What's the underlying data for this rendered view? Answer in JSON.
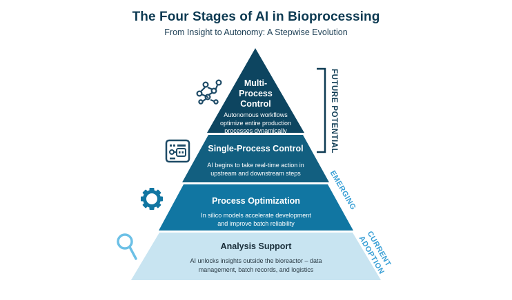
{
  "header": {
    "title": "The Four Stages of AI in Bioprocessing",
    "subtitle": "From Insight to Autonomy: A Stepwise Evolution"
  },
  "tiers": [
    {
      "heading_lines": [
        "Multi-",
        "Process",
        "Control"
      ],
      "description_lines": [
        "Autonomous workflows",
        "optimize entire production",
        "processes dynamically"
      ],
      "color": "#0d4560",
      "text_color": "#ffffff",
      "icon": "network-nodes-icon"
    },
    {
      "heading": "Single-Process Control",
      "description_lines": [
        "AI begins to take real-time action in",
        "upstream and downstream steps"
      ],
      "color": "#125f80",
      "text_color": "#ffffff",
      "icon": "control-panel-icon"
    },
    {
      "heading": "Process Optimization",
      "description_lines": [
        "In silico models accelerate development",
        "and improve batch reliability"
      ],
      "color": "#1176a2",
      "text_color": "#ffffff",
      "icon": "gear-icon"
    },
    {
      "heading": "Analysis Support",
      "description_lines": [
        "AI unlocks insights outside the bioreactor – data",
        "management, batch records, and logistics"
      ],
      "color": "#c8e4f1",
      "text_color": "#1a2e3a",
      "icon": "magnifier-icon"
    }
  ],
  "side_labels": {
    "future": "FUTURE POTENTIAL",
    "emerging": "EMERGING",
    "current_line1": "CURRENT",
    "current_line2": "ADOPTION"
  },
  "colors": {
    "title": "#0d3a52",
    "bracket": "#0d3a52",
    "emerging": "#3aa0d6",
    "current": "#3aa0d6",
    "icon_dark": "#0d4560",
    "icon_mid": "#1176a2",
    "icon_light": "#6cc0e6"
  }
}
